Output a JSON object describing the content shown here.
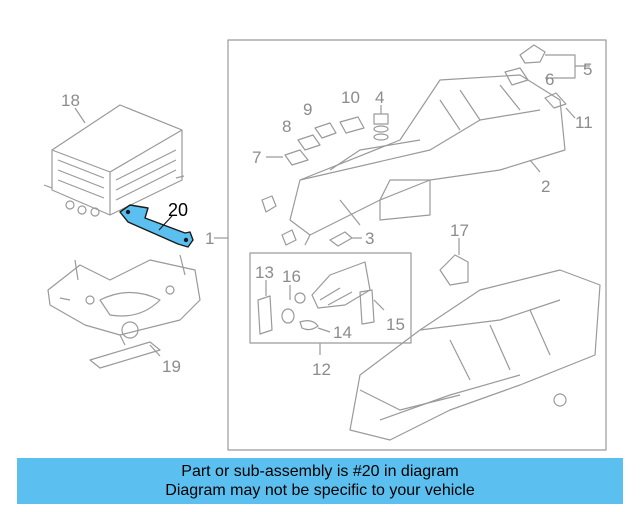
{
  "labels": {
    "l1": "1",
    "l2": "2",
    "l3": "3",
    "l4": "4",
    "l5": "5",
    "l6": "6",
    "l7": "7",
    "l8": "8",
    "l9": "9",
    "l10": "10",
    "l11": "11",
    "l12": "12",
    "l13": "13",
    "l14": "14",
    "l15": "15",
    "l16": "16",
    "l17": "17",
    "l18": "18",
    "l19": "19",
    "l20": "20"
  },
  "highlight_color": "#5bc0f0",
  "banner": {
    "line1": "Part or sub-assembly is #20 in diagram",
    "line2": "Diagram may not be specific to your vehicle"
  }
}
